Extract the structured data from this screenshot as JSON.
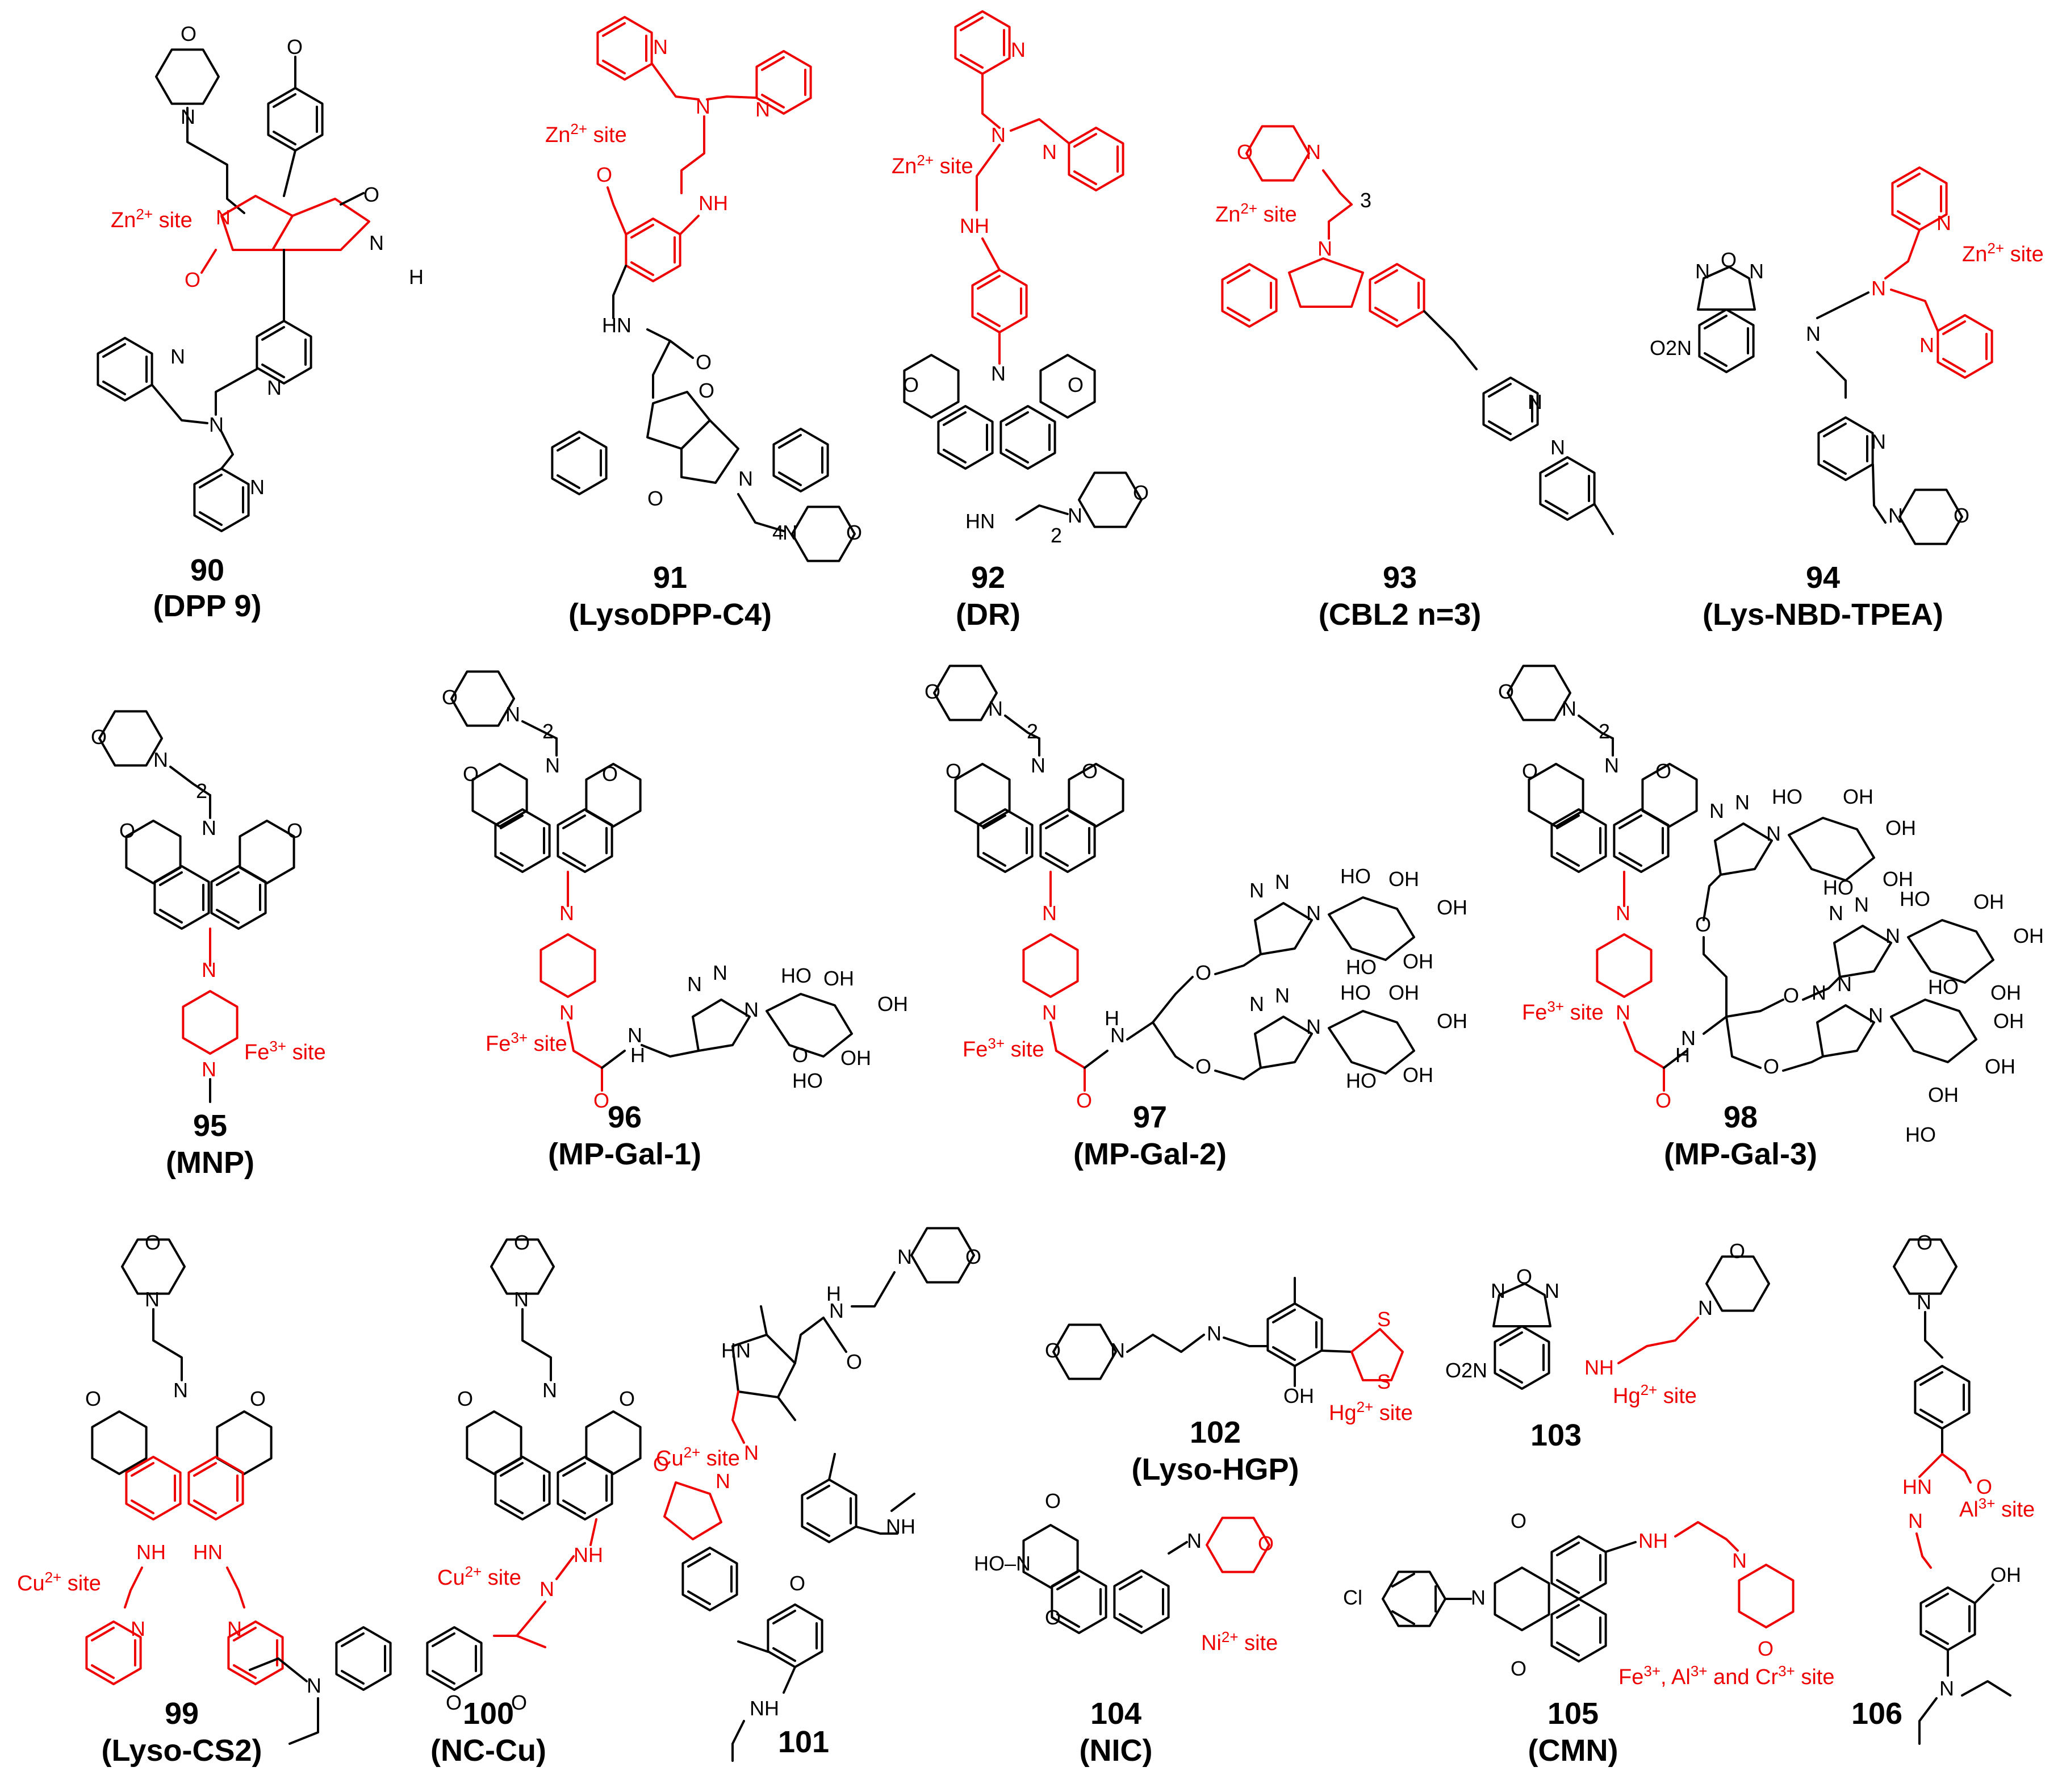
{
  "colors": {
    "highlight": "#ee0000",
    "structure": "#000000",
    "background": "#ffffff"
  },
  "compounds": [
    {
      "id": "c90",
      "number": "90",
      "name": "(DPP 9)",
      "site": "Zn2+ site",
      "site_ion": "Zn",
      "site_charge": "2+",
      "site_suffix": " site"
    },
    {
      "id": "c91",
      "number": "91",
      "name": "(LysoDPP-C4)",
      "site": "Zn2+ site",
      "site_ion": "Zn",
      "site_charge": "2+",
      "site_suffix": " site"
    },
    {
      "id": "c92",
      "number": "92",
      "name": "(DR)",
      "site": "Zn2+ site",
      "site_ion": "Zn",
      "site_charge": "2+",
      "site_suffix": " site"
    },
    {
      "id": "c93",
      "number": "93",
      "name": "(CBL2 n=3)",
      "site": "Zn2+ site",
      "site_ion": "Zn",
      "site_charge": "2+",
      "site_suffix": " site"
    },
    {
      "id": "c94",
      "number": "94",
      "name": "(Lys-NBD-TPEA)",
      "site": "Zn2+ site",
      "site_ion": "Zn",
      "site_charge": "2+",
      "site_suffix": " site"
    },
    {
      "id": "c95",
      "number": "95",
      "name": "(MNP)",
      "site": "Fe3+ site",
      "site_ion": "Fe",
      "site_charge": "3+",
      "site_suffix": " site"
    },
    {
      "id": "c96",
      "number": "96",
      "name": "(MP-Gal-1)",
      "site": "Fe3+ site",
      "site_ion": "Fe",
      "site_charge": "3+",
      "site_suffix": " site"
    },
    {
      "id": "c97",
      "number": "97",
      "name": "(MP-Gal-2)",
      "site": "Fe3+ site",
      "site_ion": "Fe",
      "site_charge": "3+",
      "site_suffix": " site"
    },
    {
      "id": "c98",
      "number": "98",
      "name": "(MP-Gal-3)",
      "site": "Fe3+ site",
      "site_ion": "Fe",
      "site_charge": "3+",
      "site_suffix": " site"
    },
    {
      "id": "c99",
      "number": "99",
      "name": "(Lyso-CS2)",
      "site": "Cu2+ site",
      "site_ion": "Cu",
      "site_charge": "2+",
      "site_suffix": " site"
    },
    {
      "id": "c100",
      "number": "100",
      "name": "(NC-Cu)",
      "site": "Cu2+ site",
      "site_ion": "Cu",
      "site_charge": "2+",
      "site_suffix": " site"
    },
    {
      "id": "c101",
      "number": "101",
      "name": "",
      "site": "Cu2+ site",
      "site_ion": "Cu",
      "site_charge": "2+",
      "site_suffix": " site"
    },
    {
      "id": "c102",
      "number": "102",
      "name": "(Lyso-HGP)",
      "site": "Hg2+ site",
      "site_ion": "Hg",
      "site_charge": "2+",
      "site_suffix": " site"
    },
    {
      "id": "c103",
      "number": "103",
      "name": "",
      "site": "Hg2+ site",
      "site_ion": "Hg",
      "site_charge": "2+",
      "site_suffix": " site"
    },
    {
      "id": "c104",
      "number": "104",
      "name": "(NIC)",
      "site": "Ni2+ site",
      "site_ion": "Ni",
      "site_charge": "2+",
      "site_suffix": " site"
    },
    {
      "id": "c105",
      "number": "105",
      "name": "(CMN)",
      "site": "Fe3+, Al3+ and Cr3+ site"
    },
    {
      "id": "c106",
      "number": "106",
      "name": "",
      "site": "Al3+ site",
      "site_ion": "Al",
      "site_charge": "3+",
      "site_suffix": " site"
    }
  ],
  "atom_labels": {
    "O": "O",
    "N": "N",
    "NH": "NH",
    "HN": "HN",
    "H": "H",
    "S": "S",
    "OH": "OH",
    "HO": "HO",
    "Cl": "Cl",
    "O2N": "O2N",
    "HO_N": "HO–N",
    "n2": "2",
    "n3": "3",
    "n4": "4"
  },
  "site_105": {
    "ion1": "Fe",
    "ch1": "3+",
    "sep1": ", ",
    "ion2": "Al",
    "ch2": "3+",
    "sep2": " and ",
    "ion3": "Cr",
    "ch3": "3+",
    "suffix": " site"
  }
}
